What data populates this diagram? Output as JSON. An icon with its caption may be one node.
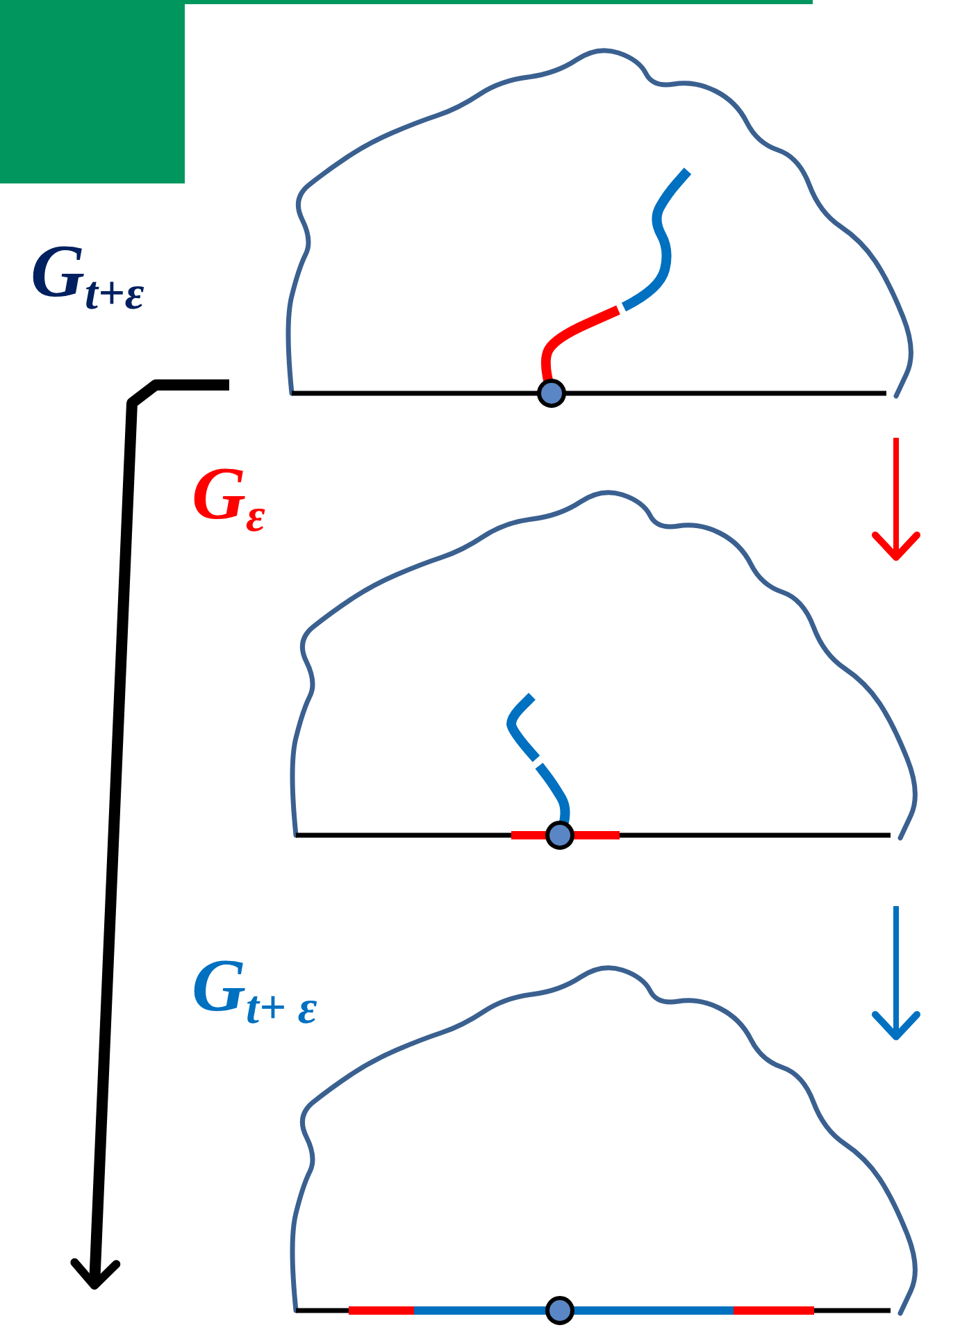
{
  "diagram": {
    "nodes": [
      {
        "text": [],
        "shape": "picture",
        "beside": [
          "G$_{t+ε}$"
        ]
      },
      {
        "text": [],
        "shape": "picture",
        "beside": [
          "G$_{ε}$"
        ]
      },
      {
        "text": [],
        "shape": "picture",
        "beside": [
          "G$_{t+ ε}$"
        ]
      }
    ],
    "edges": [
      {
        "from": 0,
        "to": null,
        "arrow": "to",
        "style": "thick"
      },
      {
        "from": 0,
        "to": 1,
        "arrow": "to",
        "color": "#ff0000"
      },
      {
        "from": 1,
        "to": 2,
        "arrow": "to",
        "color": "#0070c0"
      }
    ]
  }
}
